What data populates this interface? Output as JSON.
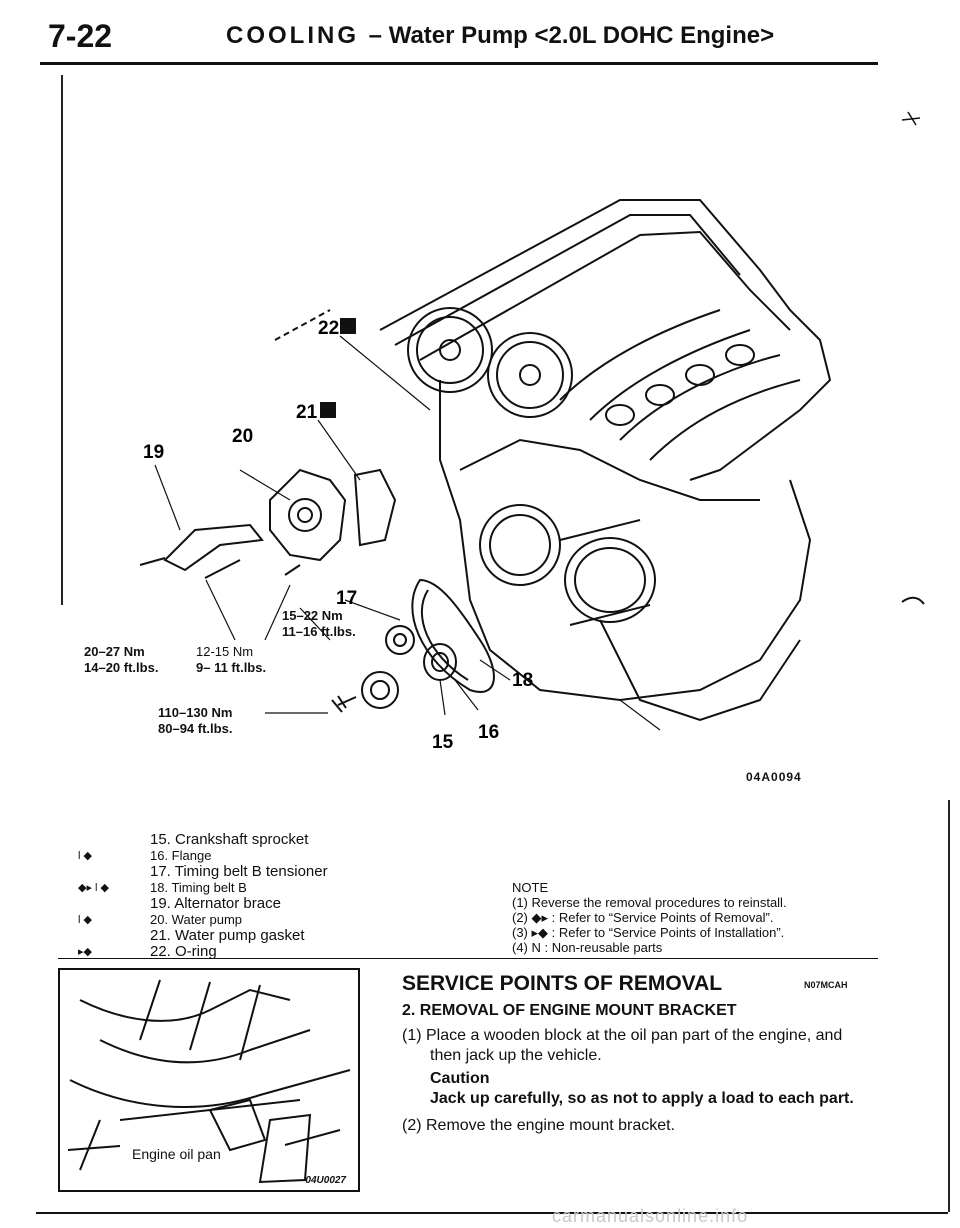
{
  "header": {
    "page_number": "7-22",
    "section": "COOLING",
    "subtitle": "– Water Pump <2.0L DOHC Engine>"
  },
  "figure": {
    "code": "04A0094",
    "callouts": {
      "c15": "15",
      "c16": "16",
      "c17": "17",
      "c18": "18",
      "c19": "19",
      "c20": "20",
      "c21": "21",
      "c22": "22"
    },
    "torques": {
      "t1": {
        "nm": "20–27 Nm",
        "ftlbs": "14–20 ft.lbs."
      },
      "t2": {
        "nm": "12-15  Nm",
        "ftlbs": "9– 11 ft.lbs."
      },
      "t3": {
        "nm": "15–22  Nm",
        "ftlbs": "11–16  ft.lbs."
      },
      "t4": {
        "nm": "110–130  Nm",
        "ftlbs": "80–94  ft.lbs."
      }
    }
  },
  "parts": [
    {
      "marks": "",
      "text": "15. Crankshaft sprocket"
    },
    {
      "marks": "l  ◆",
      "text": "16. Flange"
    },
    {
      "marks": "",
      "text": "17. Timing belt B tensioner"
    },
    {
      "marks": "◆▸  l  ◆",
      "text": "18. Timing belt B"
    },
    {
      "marks": "",
      "text": "19. Alternator brace"
    },
    {
      "marks": "l  ◆",
      "text": "20. Water pump"
    },
    {
      "marks": "",
      "text": "21. Water pump gasket"
    },
    {
      "marks": "▸◆",
      "text": "22. O-ring"
    }
  ],
  "note": {
    "title": "NOTE",
    "lines": [
      "(1) Reverse the removal procedures to reinstall.",
      "(2) ◆▸ : Refer to “Service Points of Removal”.",
      "(3) ▸◆ : Refer to “Service Points of Installation”.",
      "(4) N : Non-reusable parts"
    ]
  },
  "photo": {
    "label": "Engine oil pan",
    "code": "04U0027"
  },
  "service": {
    "title": "SERVICE POINTS OF REMOVAL",
    "code": "N07MCAH",
    "subtitle": "2. REMOVAL OF ENGINE MOUNT BRACKET",
    "step1_line1": "(1) Place a wooden block at the oil pan part of the engine, and",
    "step1_line2": "then jack up the vehicle.",
    "caution_head": "Caution",
    "caution_text": "Jack up carefully, so as not to apply a load to each part.",
    "step2": "(2) Remove the engine mount  bracket."
  },
  "watermark": "carmanualsonline.info"
}
